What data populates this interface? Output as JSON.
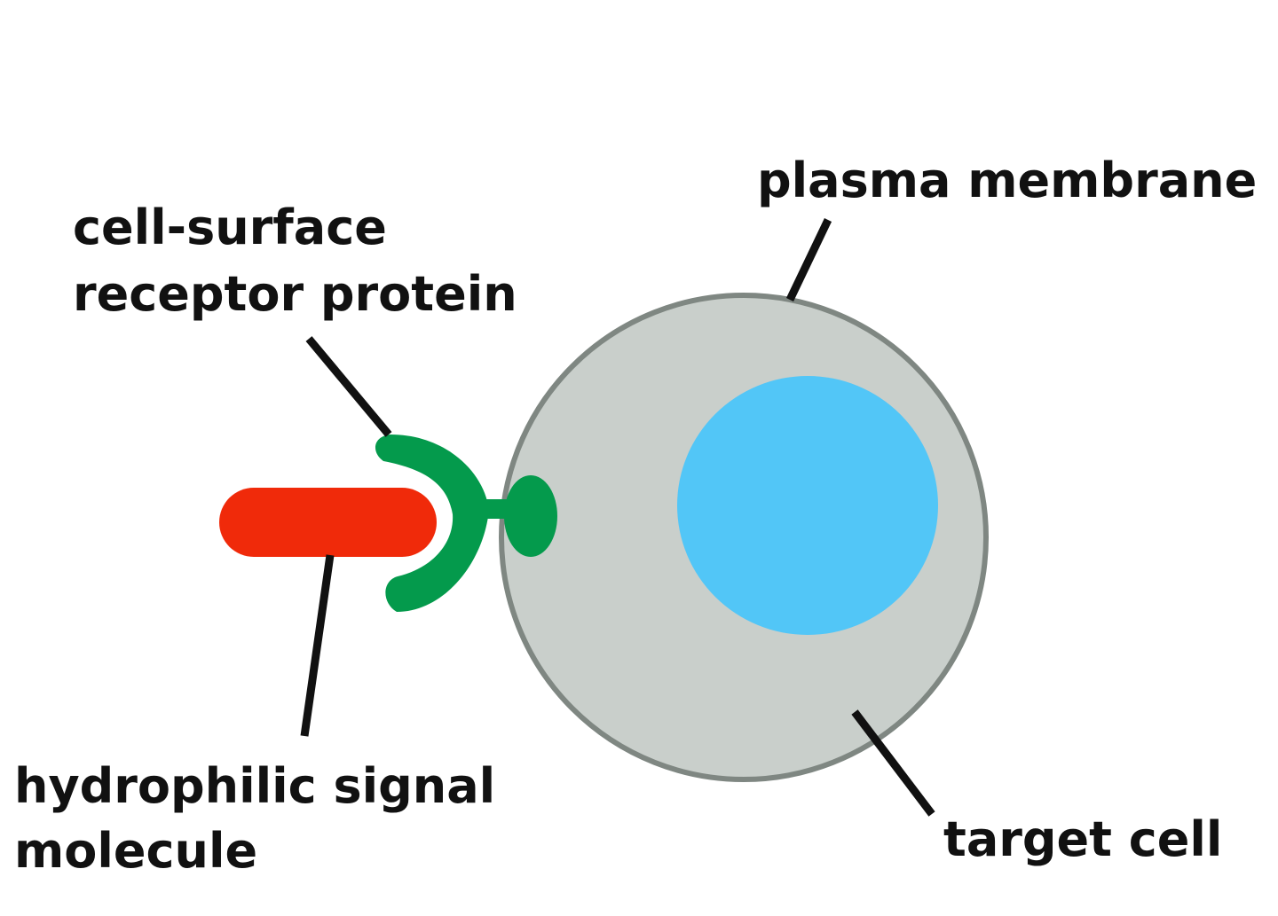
{
  "labels": {
    "plasma_membrane": "plasma membrane",
    "receptor_line1": "cell-surface",
    "receptor_line2": "receptor protein",
    "signal_line1": "hydrophilic signal",
    "signal_line2": "molecule",
    "target_cell": "target cell"
  },
  "colors": {
    "cell_fill": "#c9cfcb",
    "cell_membrane": "#7f8782",
    "nucleus": "#52c6f7",
    "receptor": "#049a4c",
    "signal_molecule": "#f02a0a",
    "text": "#111111"
  }
}
